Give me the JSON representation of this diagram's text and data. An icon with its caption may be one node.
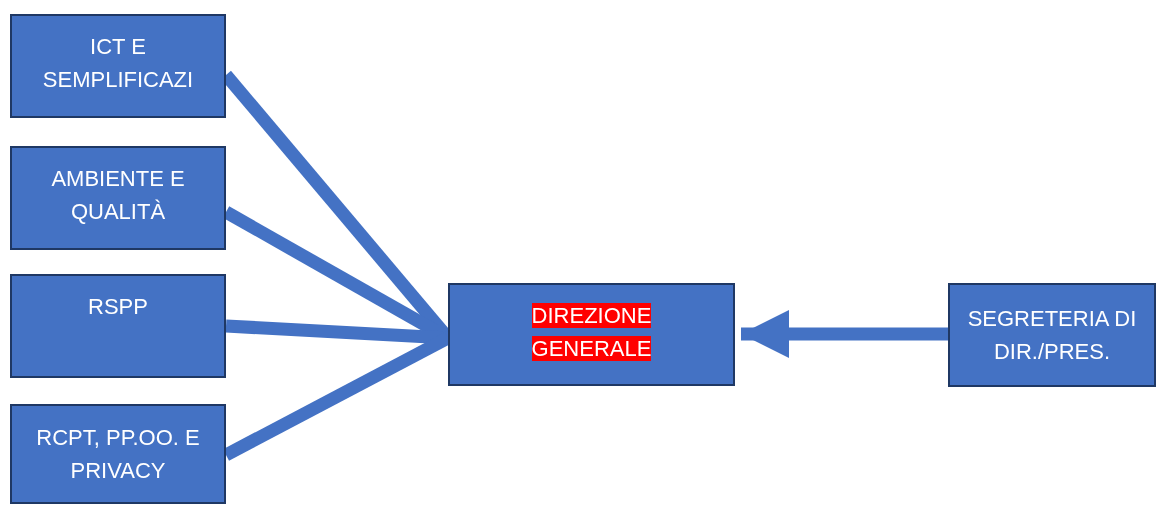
{
  "diagram": {
    "nodes": [
      {
        "text": [
          "ICT E SEMPLIFICAZI"
        ]
      },
      {
        "text": [
          "AMBIENTE E QUALITÀ"
        ]
      },
      {
        "text": [
          "RSPP"
        ]
      },
      {
        "text": [
          "RCPT, PP.OO. E PRIVACY"
        ]
      },
      {
        "text": [
          "DIREZIONE GENERALE"
        ]
      },
      {
        "text": [
          "SEGRETERIA DI DIR./PRES."
        ]
      }
    ],
    "edges": [
      {
        "from": 0,
        "to": 4,
        "arrow": "none"
      },
      {
        "from": 1,
        "to": 4,
        "arrow": "none"
      },
      {
        "from": 2,
        "to": 4,
        "arrow": "none"
      },
      {
        "from": 3,
        "to": 4,
        "arrow": "none"
      },
      {
        "from": 5,
        "to": 4,
        "arrow": "to"
      }
    ]
  }
}
